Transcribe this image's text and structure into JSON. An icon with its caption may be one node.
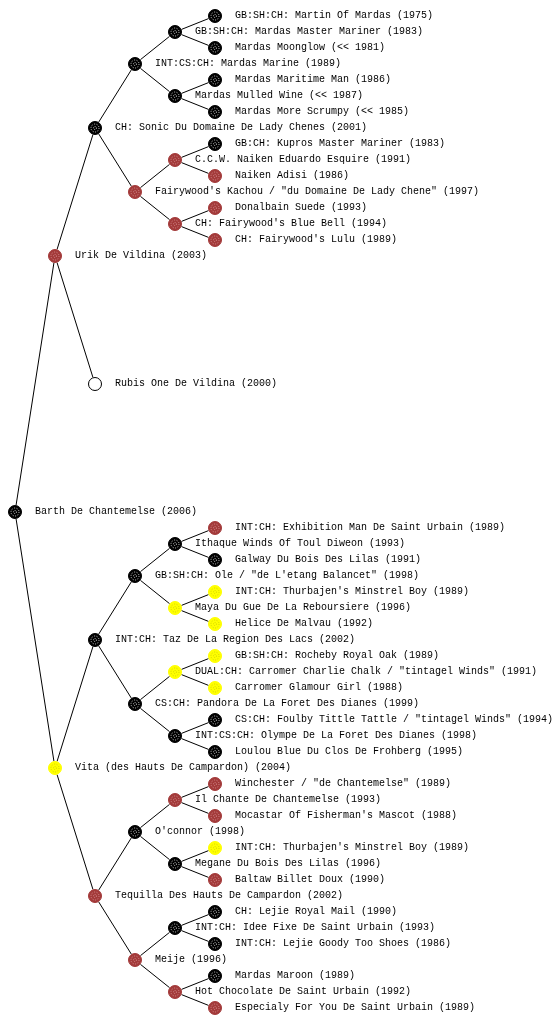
{
  "diagram": {
    "nodes": [
      {
        "text": [
          "GB:SH:CH: Martin Of Mardas (1975)"
        ]
      },
      {
        "text": [
          "GB:SH:CH: Mardas Master Mariner (1983)"
        ]
      },
      {
        "text": [
          "Mardas Moonglow (<< 1981)"
        ]
      },
      {
        "text": [
          "INT:CS:CH: Mardas Marine (1989)"
        ]
      },
      {
        "text": [
          "Mardas Maritime Man (1986)"
        ]
      },
      {
        "text": [
          "Mardas Mulled Wine (<< 1987)"
        ]
      },
      {
        "text": [
          "Mardas More Scrumpy (<< 1985)"
        ]
      },
      {
        "text": [
          "CH: Sonic Du Domaine De Lady Chenes (2001)"
        ]
      },
      {
        "text": [
          "GB:CH: Kupros Master Mariner (1983)"
        ]
      },
      {
        "text": [
          "C.C.W. Naiken Eduardo Esquire (1991)"
        ]
      },
      {
        "text": [
          "Naiken Adisi (1986)"
        ]
      },
      {
        "text": [
          "Fairywood's Kachou / \"du Domaine De Lady Chene\" (1997)"
        ]
      },
      {
        "text": [
          "Donalbain Suede (1993)"
        ]
      },
      {
        "text": [
          "CH: Fairywood's Blue Bell (1994)"
        ]
      },
      {
        "text": [
          "CH: Fairywood's Lulu (1989)"
        ]
      },
      {
        "text": [
          "Urik De Vildina (2003)"
        ]
      },
      {
        "text": [
          "Rubis One De Vildina (2000)"
        ]
      },
      {
        "text": [
          "Barth De Chantemelse (2006)"
        ]
      },
      {
        "text": [
          "INT:CH: Exhibition Man De Saint Urbain (1989)"
        ]
      },
      {
        "text": [
          "Ithaque Winds Of Toul Diweon (1993)"
        ]
      },
      {
        "text": [
          "Galway Du Bois Des Lilas (1991)"
        ]
      },
      {
        "text": [
          "GB:SH:CH: Ole / \"de L'etang Balancet\" (1998)"
        ]
      },
      {
        "text": [
          "INT:CH: Thurbajen's Minstrel Boy (1989)"
        ]
      },
      {
        "text": [
          "Maya Du Gue De La Reboursiere (1996)"
        ]
      },
      {
        "text": [
          "Helice De Malvau (1992)"
        ]
      },
      {
        "text": [
          "INT:CH: Taz De La Region Des Lacs (2002)"
        ]
      },
      {
        "text": [
          "GB:SH:CH: Rocheby Royal Oak (1989)"
        ]
      },
      {
        "text": [
          "DUAL:CH: Carromer Charlie Chalk / \"tintagel Winds\" (1991)"
        ]
      },
      {
        "text": [
          "Carromer Glamour Girl (1988)"
        ]
      },
      {
        "text": [
          "CS:CH: Pandora De La Foret Des Dianes (1999)"
        ]
      },
      {
        "text": [
          "CS:CH: Foulby Tittle Tattle / \"tintagel Winds\" (1994)"
        ]
      },
      {
        "text": [
          "INT:CS:CH: Olympe De La Foret Des Dianes (1998)"
        ]
      },
      {
        "text": [
          "Loulou Blue Du Clos De Frohberg (1995)"
        ]
      },
      {
        "text": [
          "Vita (des Hauts De Campardon) (2004)"
        ]
      },
      {
        "text": [
          "Winchester / \"de Chantemelse\" (1989)"
        ]
      },
      {
        "text": [
          "Il Chante De Chantemelse (1993)"
        ]
      },
      {
        "text": [
          "Mocastar Of Fisherman's Mascot (1988)"
        ]
      },
      {
        "text": [
          "O'connor (1998)"
        ]
      },
      {
        "text": [
          "INT:CH: Thurbajen's Minstrel Boy (1989)"
        ]
      },
      {
        "text": [
          "Megane Du Bois Des Lilas (1996)"
        ]
      },
      {
        "text": [
          "Baltaw Billet Doux (1990)"
        ]
      },
      {
        "text": [
          "Tequilla Des Hauts De Campardon (2002)"
        ]
      },
      {
        "text": [
          "CH: Lejie Royal Mail (1990)"
        ]
      },
      {
        "text": [
          "INT:CH: Idee Fixe De Saint Urbain (1993)"
        ]
      },
      {
        "text": [
          "INT:CH: Lejie Goody Too Shoes (1986)"
        ]
      },
      {
        "text": [
          "Meije (1996)"
        ]
      },
      {
        "text": [
          "Mardas Maroon (1989)"
        ]
      },
      {
        "text": [
          "Hot Chocolate De Saint Urbain (1992)"
        ]
      },
      {
        "text": [
          "Especialy For You De Saint Urbain (1989)"
        ]
      }
    ],
    "edges": [
      {
        "from": 17,
        "to": 15,
        "arrow": "none"
      },
      {
        "from": 17,
        "to": 33,
        "arrow": "none"
      },
      {
        "from": 15,
        "to": 7,
        "arrow": "none"
      },
      {
        "from": 15,
        "to": 16,
        "arrow": "none"
      },
      {
        "from": 7,
        "to": 3,
        "arrow": "none"
      },
      {
        "from": 7,
        "to": 11,
        "arrow": "none"
      },
      {
        "from": 3,
        "to": 1,
        "arrow": "none"
      },
      {
        "from": 3,
        "to": 5,
        "arrow": "none"
      },
      {
        "from": 1,
        "to": 0,
        "arrow": "none"
      },
      {
        "from": 1,
        "to": 2,
        "arrow": "none"
      },
      {
        "from": 5,
        "to": 4,
        "arrow": "none"
      },
      {
        "from": 5,
        "to": 6,
        "arrow": "none"
      },
      {
        "from": 11,
        "to": 9,
        "arrow": "none"
      },
      {
        "from": 11,
        "to": 13,
        "arrow": "none"
      },
      {
        "from": 9,
        "to": 8,
        "arrow": "none"
      },
      {
        "from": 9,
        "to": 10,
        "arrow": "none"
      },
      {
        "from": 13,
        "to": 12,
        "arrow": "none"
      },
      {
        "from": 13,
        "to": 14,
        "arrow": "none"
      },
      {
        "from": 33,
        "to": 25,
        "arrow": "none"
      },
      {
        "from": 33,
        "to": 41,
        "arrow": "none"
      },
      {
        "from": 25,
        "to": 21,
        "arrow": "none"
      },
      {
        "from": 25,
        "to": 29,
        "arrow": "none"
      },
      {
        "from": 21,
        "to": 19,
        "arrow": "none"
      },
      {
        "from": 21,
        "to": 23,
        "arrow": "none"
      },
      {
        "from": 19,
        "to": 18,
        "arrow": "none"
      },
      {
        "from": 19,
        "to": 20,
        "arrow": "none"
      },
      {
        "from": 23,
        "to": 22,
        "arrow": "none"
      },
      {
        "from": 23,
        "to": 24,
        "arrow": "none"
      },
      {
        "from": 29,
        "to": 27,
        "arrow": "none"
      },
      {
        "from": 29,
        "to": 31,
        "arrow": "none"
      },
      {
        "from": 27,
        "to": 26,
        "arrow": "none"
      },
      {
        "from": 27,
        "to": 28,
        "arrow": "none"
      },
      {
        "from": 31,
        "to": 30,
        "arrow": "none"
      },
      {
        "from": 31,
        "to": 32,
        "arrow": "none"
      },
      {
        "from": 41,
        "to": 37,
        "arrow": "none"
      },
      {
        "from": 41,
        "to": 45,
        "arrow": "none"
      },
      {
        "from": 37,
        "to": 35,
        "arrow": "none"
      },
      {
        "from": 37,
        "to": 39,
        "arrow": "none"
      },
      {
        "from": 35,
        "to": 34,
        "arrow": "none"
      },
      {
        "from": 35,
        "to": 36,
        "arrow": "none"
      },
      {
        "from": 39,
        "to": 38,
        "arrow": "none"
      },
      {
        "from": 39,
        "to": 40,
        "arrow": "none"
      },
      {
        "from": 45,
        "to": 43,
        "arrow": "none"
      },
      {
        "from": 45,
        "to": 47,
        "arrow": "none"
      },
      {
        "from": 43,
        "to": 42,
        "arrow": "none"
      },
      {
        "from": 43,
        "to": 44,
        "arrow": "none"
      },
      {
        "from": 47,
        "to": 46,
        "arrow": "none"
      },
      {
        "from": 47,
        "to": 48,
        "arrow": "none"
      }
    ]
  }
}
